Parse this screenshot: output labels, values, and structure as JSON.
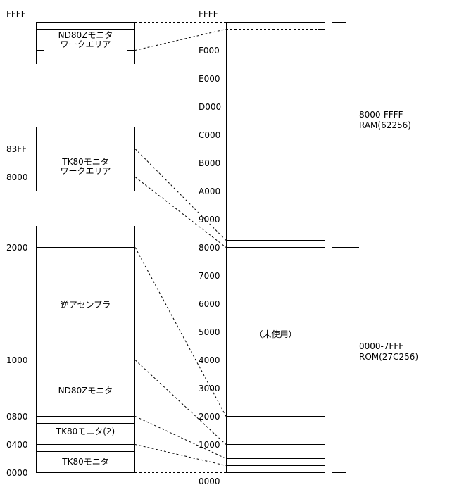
{
  "left_addresses": {
    "ffff": "FFFF",
    "a83ff": "83FF",
    "a8000": "8000",
    "a2000": "2000",
    "a1000": "1000",
    "a0800": "0800",
    "a0400": "0400",
    "a0000": "0000"
  },
  "right_addresses": {
    "ffff": "FFFF",
    "f000": "F000",
    "e000": "E000",
    "d000": "D000",
    "c000": "C000",
    "b000": "B000",
    "a000": "A000",
    "a9000": "9000",
    "a8000": "8000",
    "a7000": "7000",
    "a6000": "6000",
    "a5000": "5000",
    "a4000": "4000",
    "a3000": "3000",
    "a2000": "2000",
    "a1000": "1000",
    "a0000": "0000"
  },
  "blocks": {
    "nd80z_work_line1": "ND80Zモニタ",
    "nd80z_work_line2": "ワークエリア",
    "tk80_work_line1": "TK80モニタ",
    "tk80_work_line2": "ワークエリア",
    "disassembler": "逆アセンブラ",
    "nd80z_monitor": "ND80Zモニタ",
    "tk80_monitor2": "TK80モニタ(2)",
    "tk80_monitor": "TK80モニタ",
    "unused": "（未使用）"
  },
  "ranges": {
    "ram_range": "8000-FFFF",
    "ram_chip": "RAM(62256)",
    "rom_range": "0000-7FFF",
    "rom_chip": "ROM(27C256)"
  }
}
